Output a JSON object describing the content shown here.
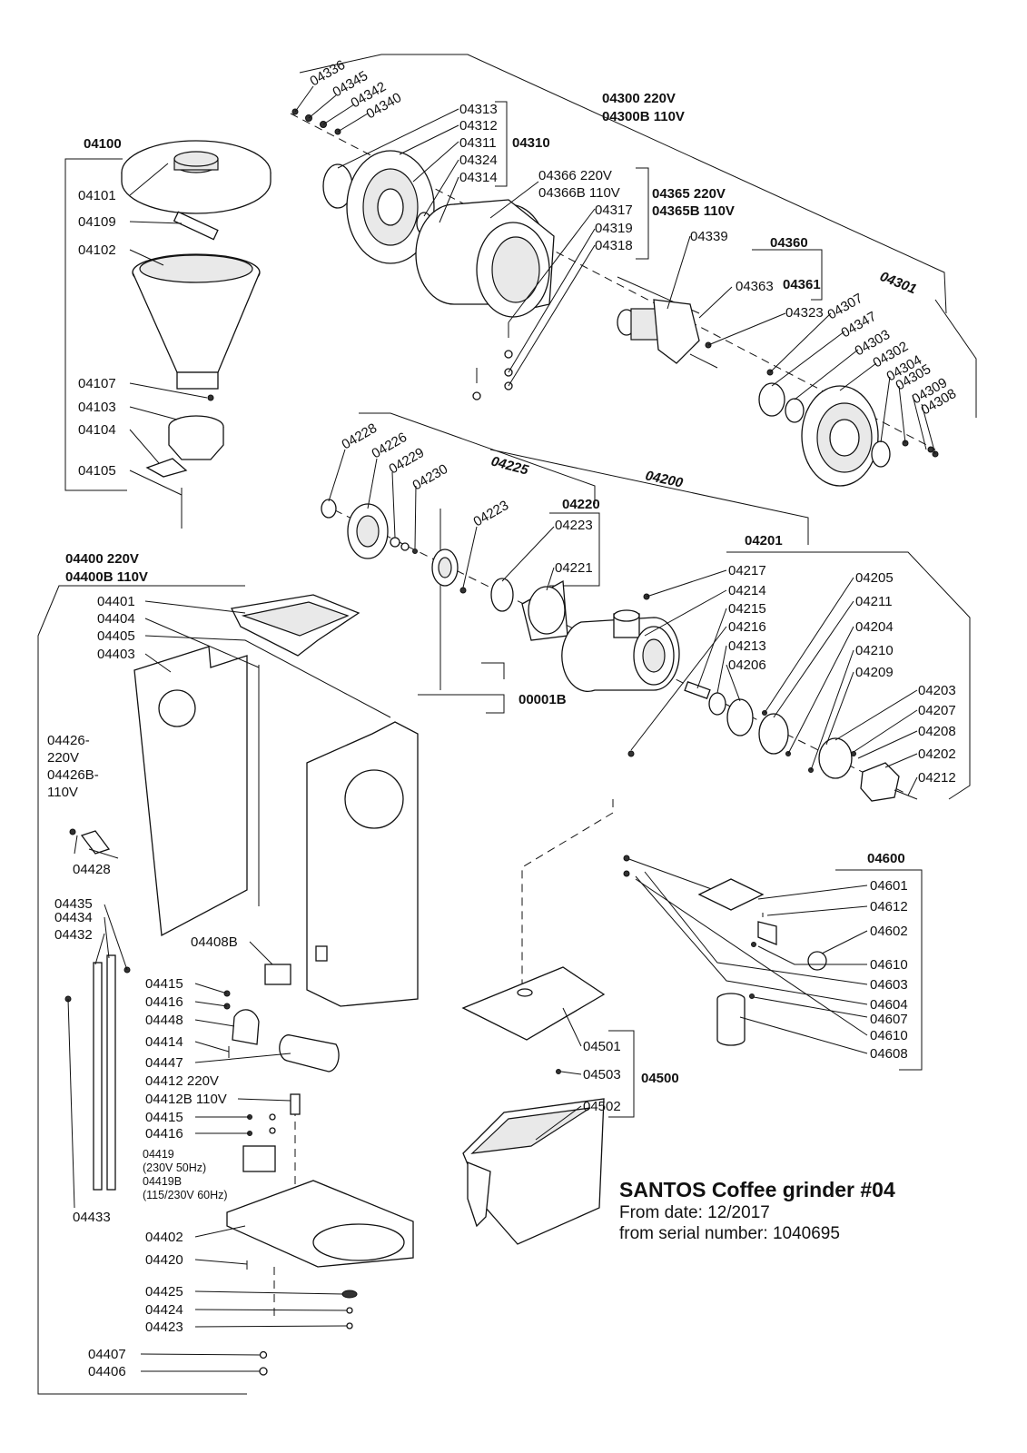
{
  "title": {
    "main": "SANTOS Coffee grinder #04",
    "from_date": "From date: 12/2017",
    "serial": "from serial number: 1040695"
  },
  "groups": {
    "g04100": "04100",
    "g04300": "04300 220V",
    "g04300b": "04300B 110V",
    "g04310": "04310",
    "g04365": "04365 220V",
    "g04365b": "04365B 110V",
    "g04360": "04360",
    "g04361": "04361",
    "g04301": "04301",
    "g04225": "04225",
    "g04200": "04200",
    "g04220": "04220",
    "g04201": "04201",
    "g00001b": "00001B",
    "g04400": "04400 220V",
    "g04400b": "04400B 110V",
    "g04600": "04600",
    "g04500": "04500"
  },
  "labels": {
    "p04336": "04336",
    "p04345": "04345",
    "p04342": "04342",
    "p04340": "04340",
    "p04313": "04313",
    "p04312": "04312",
    "p04311": "04311",
    "p04324": "04324",
    "p04314": "04314",
    "p04366": "04366 220V",
    "p04366b": "04366B 110V",
    "p04317": "04317",
    "p04319": "04319",
    "p04318": "04318",
    "p04339": "04339",
    "p04363": "04363",
    "p04323": "04323",
    "p04307": "04307",
    "p04347": "04347",
    "p04303": "04303",
    "p04302": "04302",
    "p04304": "04304",
    "p04305": "04305",
    "p04309": "04309",
    "p04308": "04308",
    "p04101": "04101",
    "p04109": "04109",
    "p04102": "04102",
    "p04107": "04107",
    "p04103": "04103",
    "p04104": "04104",
    "p04105": "04105",
    "p04228": "04228",
    "p04226": "04226",
    "p04229": "04229",
    "p04230": "04230",
    "p04223a": "04223",
    "p04223b": "04223",
    "p04221": "04221",
    "p04217": "04217",
    "p04214": "04214",
    "p04215": "04215",
    "p04216": "04216",
    "p04213": "04213",
    "p04206": "04206",
    "p04205": "04205",
    "p04211": "04211",
    "p04204": "04204",
    "p04210": "04210",
    "p04209": "04209",
    "p04203": "04203",
    "p04207": "04207",
    "p04208": "04208",
    "p04202": "04202",
    "p04212": "04212",
    "p04401": "04401",
    "p04404": "04404",
    "p04405": "04405",
    "p04403": "04403",
    "p04426a": "04426-",
    "p04426b": "220V",
    "p04426c": "04426B-",
    "p04426d": "110V",
    "p04428": "04428",
    "p04435": "04435",
    "p04434": "04434",
    "p04432": "04432",
    "p04408b": "04408B",
    "p04415a": "04415",
    "p04416a": "04416",
    "p04448": "04448",
    "p04414": "04414",
    "p04447": "04447",
    "p04412": "04412 220V",
    "p04412b": "04412B 110V",
    "p04415b": "04415",
    "p04416b": "04416",
    "p04419a": "04419",
    "p04419b": "(230V 50Hz)",
    "p04419c": "04419B",
    "p04419d": "(115/230V 60Hz)",
    "p04433": "04433",
    "p04402": "04402",
    "p04420": "04420",
    "p04425": "04425",
    "p04424": "04424",
    "p04423": "04423",
    "p04407": "04407",
    "p04406": "04406",
    "p04601": "04601",
    "p04612": "04612",
    "p04602": "04602",
    "p04610a": "04610",
    "p04603": "04603",
    "p04604": "04604",
    "p04607": "04607",
    "p04610b": "04610",
    "p04608": "04608",
    "p04501": "04501",
    "p04503": "04503",
    "p04502": "04502"
  }
}
